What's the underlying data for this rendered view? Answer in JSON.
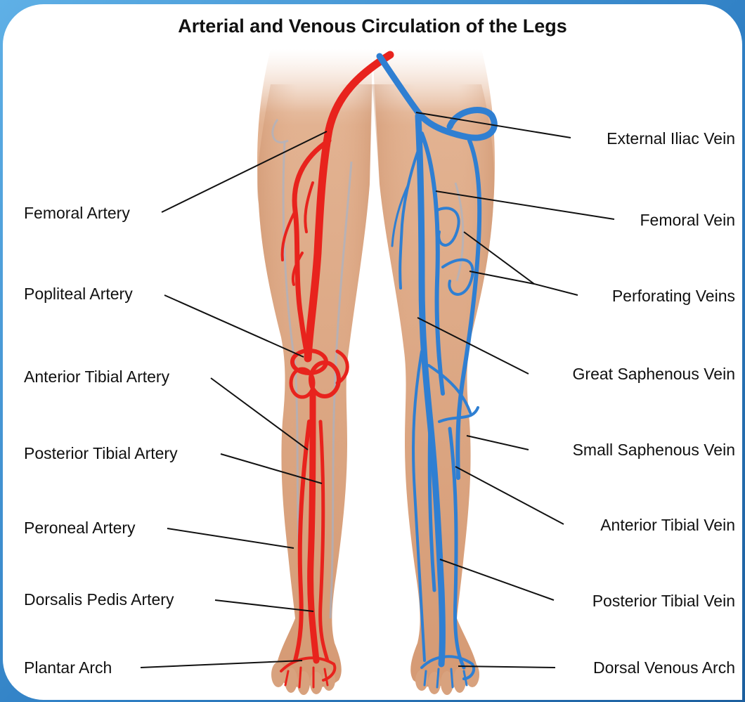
{
  "title": "Arterial and Venous Circulation of the Legs",
  "labels": {
    "femoral_artery": "Femoral Artery",
    "popliteal_artery": "Popliteal Artery",
    "anterior_tibial_artery": "Anterior Tibial Artery",
    "posterior_tibial_artery": "Posterior Tibial Artery",
    "peroneal_artery": "Peroneal Artery",
    "dorsalis_pedis_artery": "Dorsalis Pedis Artery",
    "plantar_arch": "Plantar Arch",
    "external_iliac_vein": "External Iliac Vein",
    "femoral_vein": "Femoral Vein",
    "perforating_veins": "Perforating Veins",
    "great_saphenous_vein": "Great Saphenous Vein",
    "small_saphenous_vein": "Small Saphenous Vein",
    "anterior_tibial_vein": "Anterior Tibial Vein",
    "posterior_tibial_vein": "Posterior Tibial Vein",
    "dorsal_venous_arch": "Dorsal Venous Arch"
  },
  "colors": {
    "artery": "#e8231d",
    "vein": "#2f7fd2",
    "skin": "#d8a27e",
    "background_frame": "#2f7fc4"
  }
}
